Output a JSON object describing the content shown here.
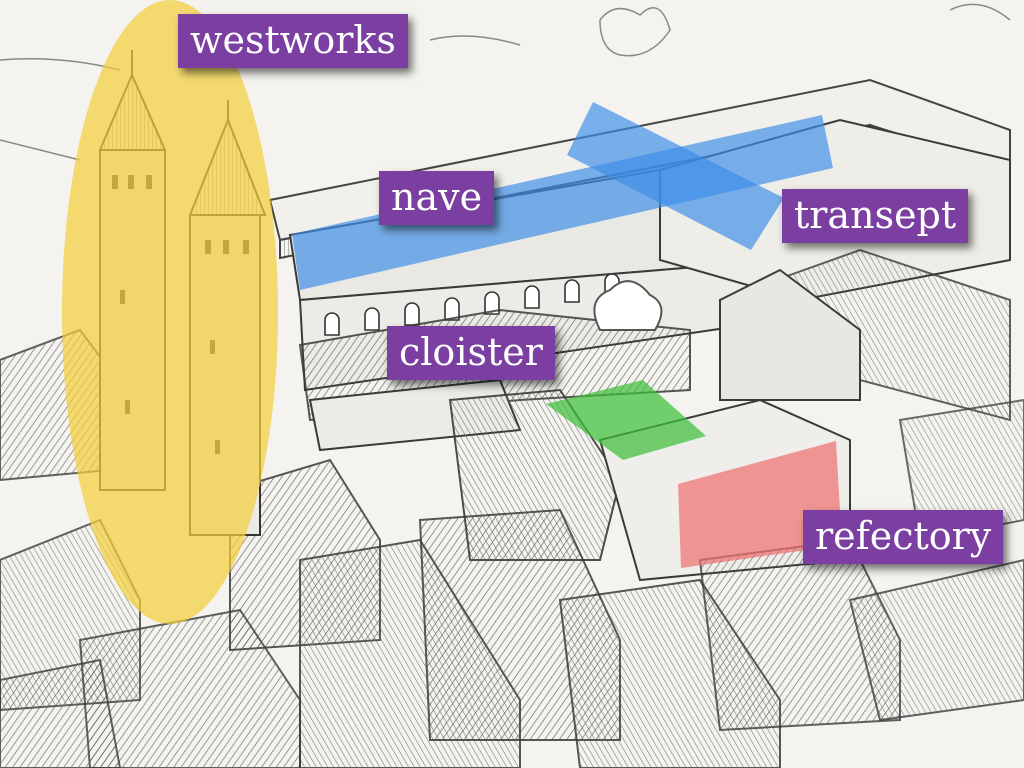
{
  "labels": {
    "westworks": "westworks",
    "nave": "nave",
    "transept": "transept",
    "cloister": "cloister",
    "refectory": "refectory"
  },
  "colors": {
    "label_bg": "#7a3fa0",
    "westworks_highlight": "#f2cf3c",
    "nave_highlight": "#3d8ee8",
    "cloister_highlight": "#3fbf3a",
    "refectory_highlight": "#ee6d6d",
    "ink": "#3a3a3a",
    "paper": "#f4f3ef"
  }
}
